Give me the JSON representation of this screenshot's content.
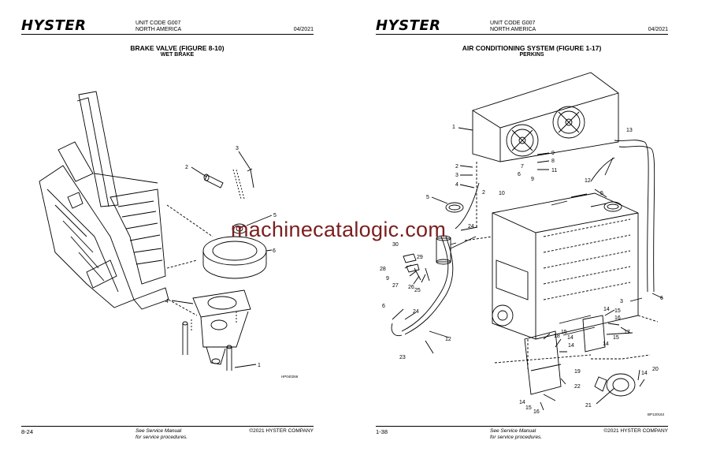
{
  "left_page": {
    "logo": "HYSTER",
    "unit_code": "UNIT CODE G007",
    "region": "NORTH AMERICA",
    "date": "04/2021",
    "title": "BRAKE VALVE (FIGURE 8-10)",
    "subtitle": "WET BRAKE",
    "figure_id": "HP040266",
    "callouts": [
      "3",
      "2",
      "5",
      "6",
      "4",
      "1"
    ],
    "page_number": "8-24",
    "see_line1": "See Service Manual",
    "see_line2": "for service procedures.",
    "copyright": "©2021 HYSTER COMPANY"
  },
  "right_page": {
    "logo": "HYSTER",
    "unit_code": "UNIT CODE G007",
    "region": "NORTH AMERICA",
    "date": "04/2021",
    "title": "AIR CONDITIONING SYSTEM (FIGURE 1-17)",
    "subtitle": "PERKINS",
    "figure_id": "BP120163",
    "callouts": [
      "1",
      "2",
      "3",
      "4",
      "5",
      "9",
      "8",
      "7",
      "6",
      "11",
      "9",
      "10",
      "2",
      "13",
      "12",
      "5",
      "24",
      "30",
      "29",
      "28",
      "9",
      "27",
      "26",
      "25",
      "6",
      "24",
      "12",
      "23",
      "3",
      "6",
      "14",
      "15",
      "16",
      "17",
      "14",
      "15",
      "18",
      "15",
      "14",
      "14",
      "19",
      "20",
      "14",
      "22",
      "14",
      "15",
      "16",
      "21"
    ],
    "page_number": "1-38",
    "see_line1": "See Service Manual",
    "see_line2": "for service procedures.",
    "copyright": "©2021 HYSTER COMPANY"
  },
  "watermark": "machinecatalogic.com"
}
